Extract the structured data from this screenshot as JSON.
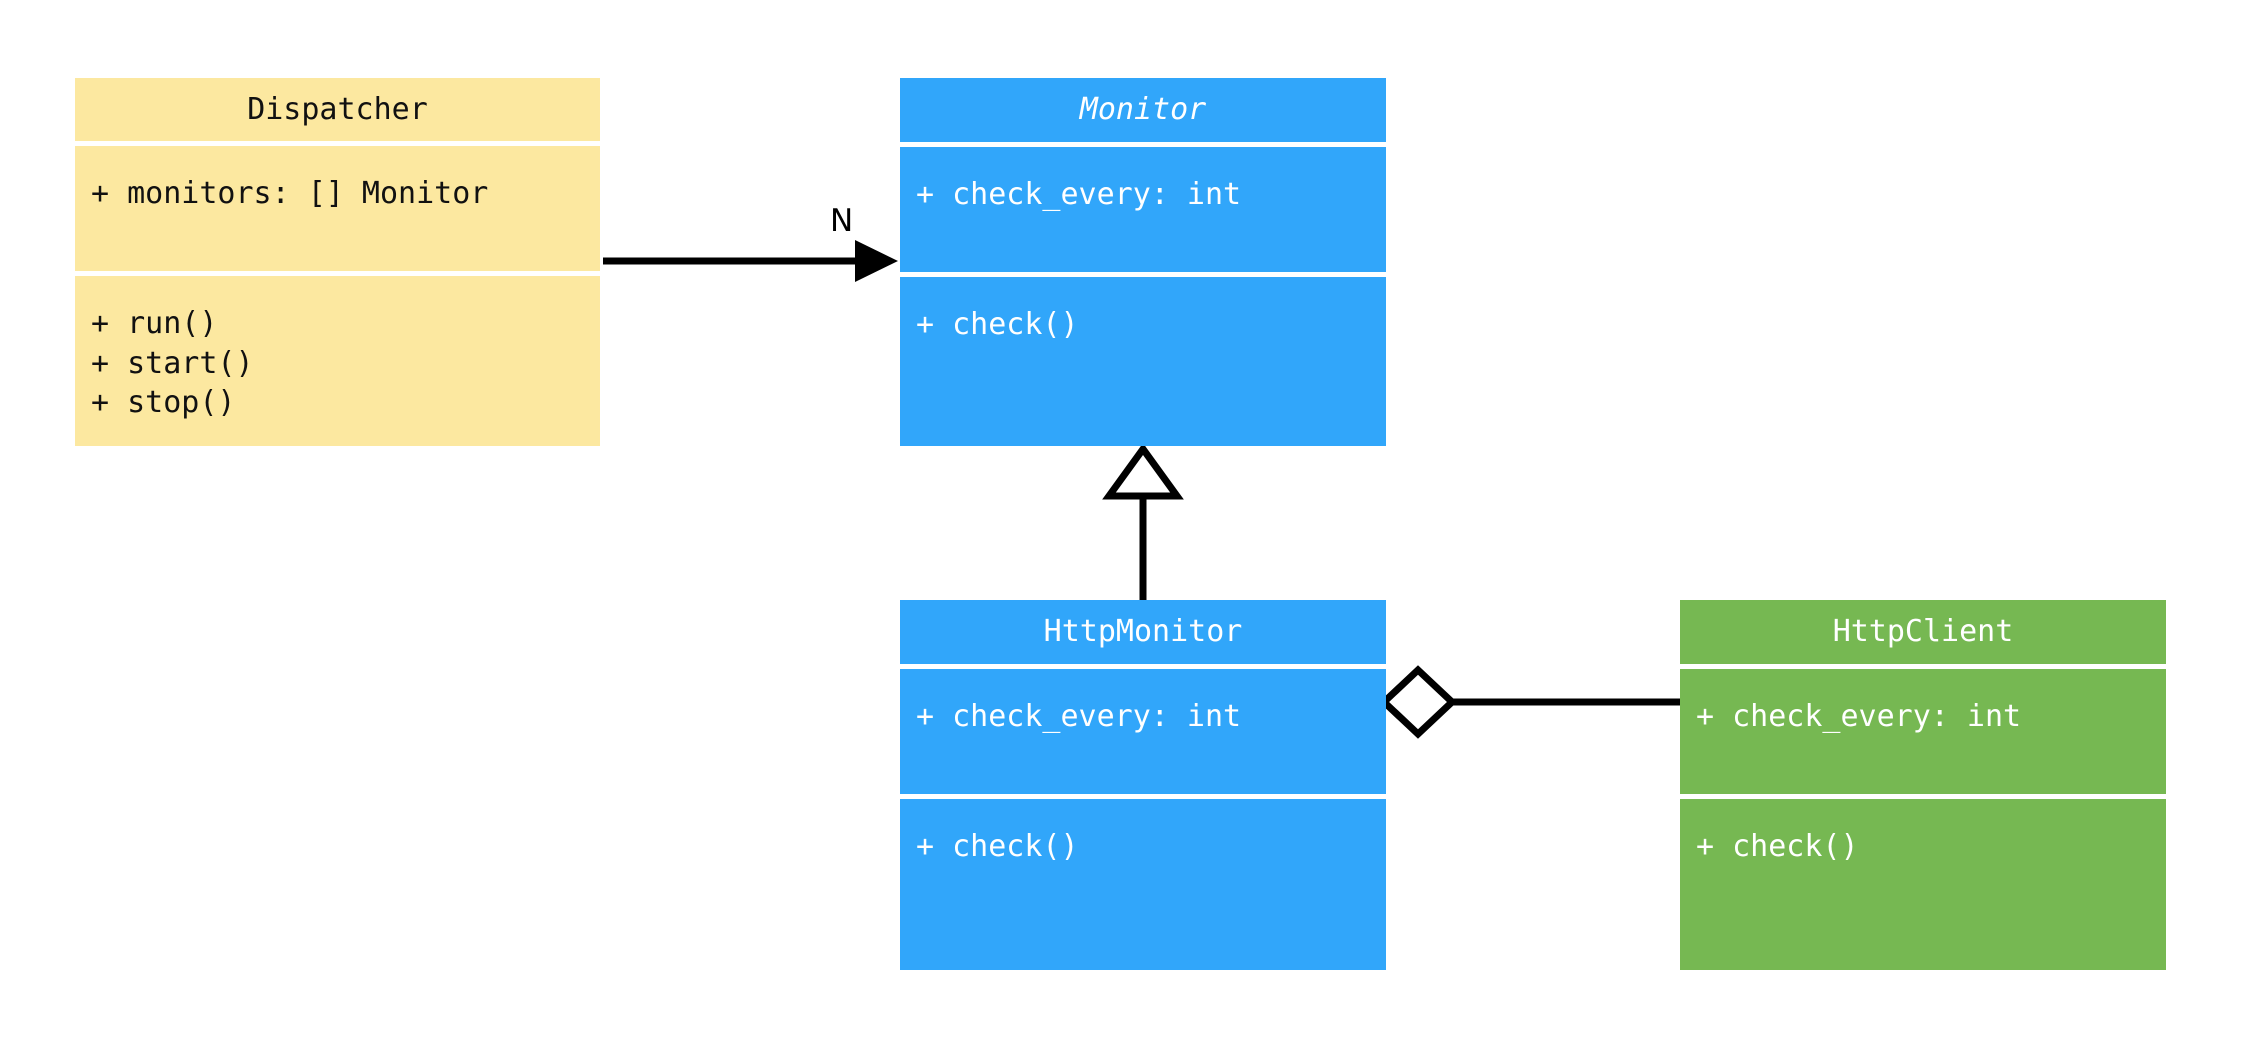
{
  "diagram": {
    "kind": "uml-class-diagram",
    "background": "#ffffff",
    "palette": {
      "yellow": "#fce8a0",
      "blue": "#31a6fa",
      "green": "#76b852",
      "line": "#000000",
      "dark_text": "#111111",
      "light_text": "#ffffff"
    }
  },
  "classes": {
    "dispatcher": {
      "name": "Dispatcher",
      "stereotype": "concrete",
      "color": "#fce8a0",
      "attributes": "+ monitors: [] Monitor",
      "operations": "+ run()\n+ start()\n+ stop()"
    },
    "monitor": {
      "name": "Monitor",
      "stereotype": "abstract",
      "color": "#31a6fa",
      "attributes": "+ check_every: int",
      "operations": "+ check()"
    },
    "http_monitor": {
      "name": "HttpMonitor",
      "stereotype": "concrete",
      "color": "#31a6fa",
      "attributes": "+ check_every: int",
      "operations": "+ check()"
    },
    "http_client": {
      "name": "HttpClient",
      "stereotype": "concrete",
      "color": "#76b852",
      "attributes": "+ check_every: int",
      "operations": "+ check()"
    }
  },
  "relations": {
    "dispatcher_to_monitor": {
      "type": "association",
      "from": "Dispatcher",
      "to": "Monitor",
      "multiplicity_label": "N",
      "arrow_head": "open-filled-arrow"
    },
    "http_monitor_to_monitor": {
      "type": "generalization",
      "from": "HttpMonitor",
      "to": "Monitor",
      "arrow_head": "hollow-triangle"
    },
    "http_monitor_to_http_client": {
      "type": "aggregation",
      "from": "HttpMonitor",
      "to": "HttpClient",
      "arrow_head": "hollow-diamond"
    }
  }
}
